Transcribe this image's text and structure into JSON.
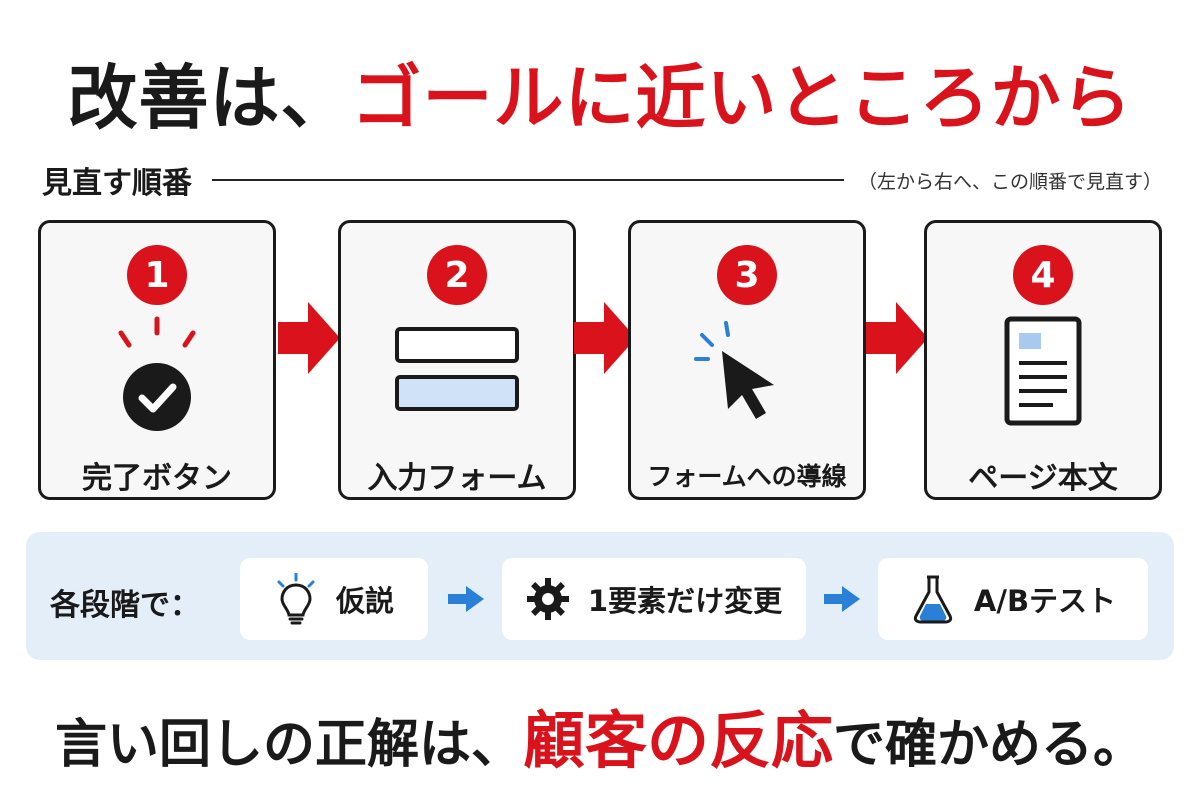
{
  "title": {
    "prefix": "改善は、",
    "highlight": "ゴールに近いところから"
  },
  "order": {
    "label": "見直す順番",
    "note": "（左から右へ、この順番で見直す）"
  },
  "steps": [
    {
      "number": "1",
      "label": "完了ボタン",
      "icon": "check-circle-icon"
    },
    {
      "number": "2",
      "label": "入力フォーム",
      "icon": "form-fields-icon"
    },
    {
      "number": "3",
      "label": "フォームへの導線",
      "icon": "cursor-click-icon"
    },
    {
      "number": "4",
      "label": "ページ本文",
      "icon": "document-icon"
    }
  ],
  "cycle": {
    "label": "各段階で：",
    "items": [
      {
        "label": "仮説",
        "icon": "lightbulb-icon"
      },
      {
        "label": "1要素だけ変更",
        "icon": "gear-icon"
      },
      {
        "label": "A/Bテスト",
        "icon": "flask-icon"
      }
    ]
  },
  "conclusion": {
    "prefix": "言い回しの正解は、",
    "highlight": "顧客の反応",
    "suffix": "で確かめる。"
  },
  "colors": {
    "accent": "#d9121b",
    "text": "#1a1a1a",
    "band": "#e3eef9",
    "blue": "#2a7fd6"
  }
}
